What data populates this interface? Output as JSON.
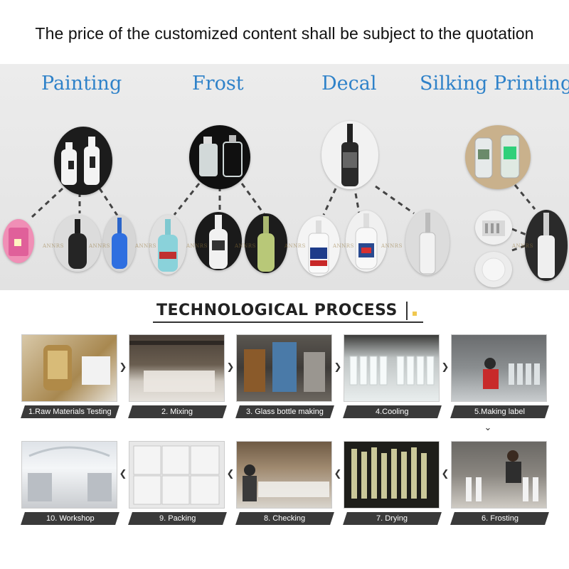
{
  "header": {
    "title": "The price of the customized content shall be subject to the quotation"
  },
  "categories": [
    {
      "label": "Painting"
    },
    {
      "label": "Frost"
    },
    {
      "label": "Decal"
    },
    {
      "label": "Silking Printing"
    }
  ],
  "watermark": "ANNRS",
  "process": {
    "title": "TECHNOLOGICAL PROCESS",
    "steps": [
      {
        "label": "1.Raw Materials Testing"
      },
      {
        "label": "2. Mixing"
      },
      {
        "label": "3. Glass bottle making"
      },
      {
        "label": "4.Cooling"
      },
      {
        "label": "5.Making label"
      },
      {
        "label": "6. Frosting"
      },
      {
        "label": "7. Drying"
      },
      {
        "label": "8. Checking"
      },
      {
        "label": "9. Packing"
      },
      {
        "label": "10. Workshop"
      }
    ]
  },
  "colors": {
    "title_blue": "#2f82c9",
    "label_bg": "#3a3a3a"
  }
}
